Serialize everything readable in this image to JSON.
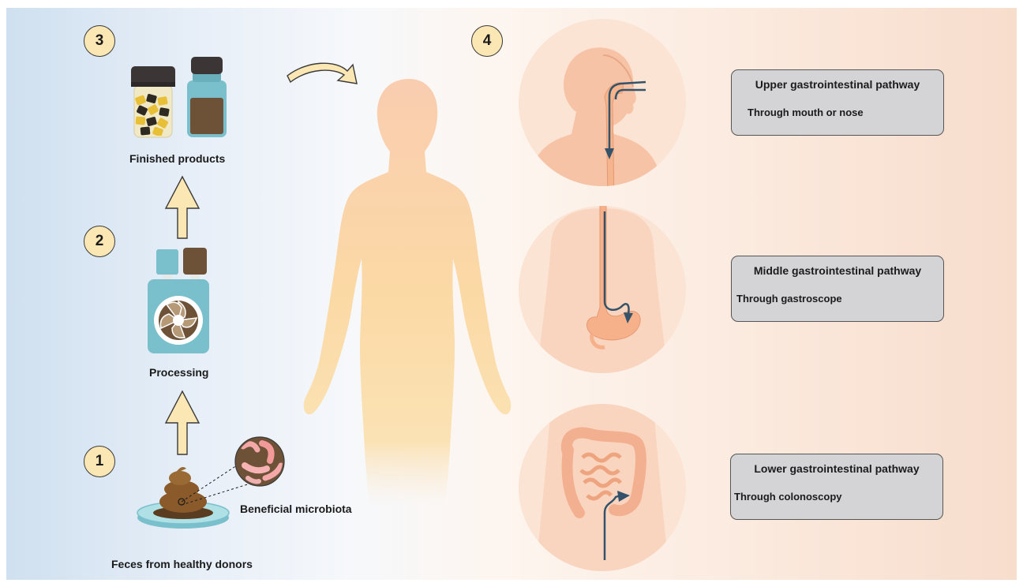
{
  "steps": {
    "step1": {
      "number": "1",
      "label": "Feces from healthy donors",
      "sublabel": "Beneficial microbiota"
    },
    "step2": {
      "number": "2",
      "label": "Processing"
    },
    "step3": {
      "number": "3",
      "label": "Finished products"
    },
    "step4": {
      "number": "4"
    }
  },
  "pathways": [
    {
      "title": "Upper gastrointestinal pathway",
      "route": "Through mouth or nose"
    },
    {
      "title": "Middle gastrointestinal pathway",
      "route": "Through gastroscope"
    },
    {
      "title": "Lower gastrointestinal pathway",
      "route": "Through colonoscopy"
    }
  ],
  "colors": {
    "badge": "#fbe7b3",
    "arrow_fill": "#fbe7b3",
    "route_arrow": "#34536a",
    "body_silhouette": "#fbd8a6",
    "skin": "#f6c7ad",
    "jar_cap": "#3b3536",
    "capsule_yellow": "#e8c038",
    "capsule_dark": "#2e2a22",
    "bottle_teal": "#7ac0cc",
    "powder_brown": "#6e5238",
    "pathway_box": "#d4d4d6"
  }
}
